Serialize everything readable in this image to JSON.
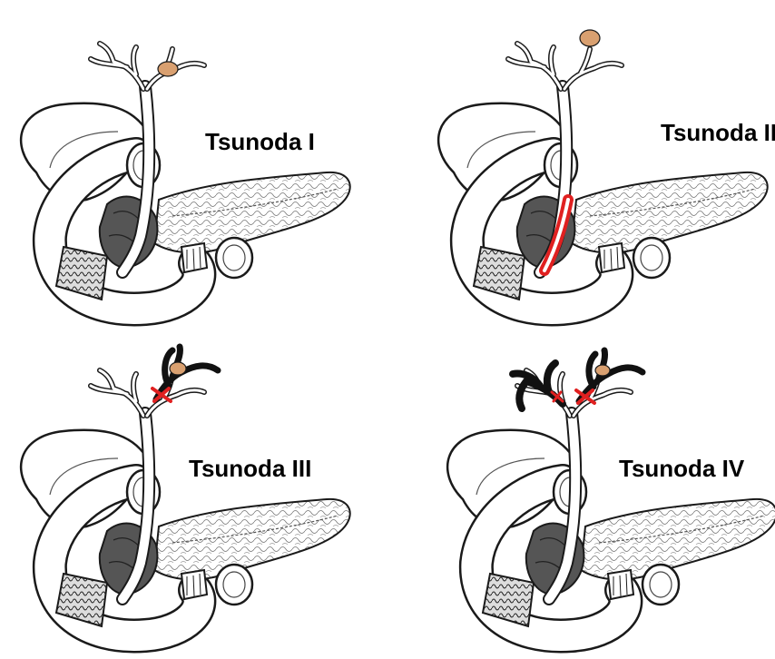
{
  "panels": [
    {
      "id": "tsunoda-1",
      "label": "Tsunoda I",
      "dilated_left_ducts": false,
      "dilated_right_ducts": false,
      "cbd_dilated": false,
      "stricture_marker": false,
      "stricture_left": false
    },
    {
      "id": "tsunoda-2",
      "label": "Tsunoda II",
      "dilated_left_ducts": false,
      "dilated_right_ducts": false,
      "cbd_dilated": true,
      "stricture_marker": false,
      "stricture_left": false
    },
    {
      "id": "tsunoda-3",
      "label": "Tsunoda III",
      "dilated_left_ducts": true,
      "dilated_right_ducts": false,
      "cbd_dilated": false,
      "stricture_marker": true,
      "stricture_left": false
    },
    {
      "id": "tsunoda-4",
      "label": "Tsunoda IV",
      "dilated_left_ducts": true,
      "dilated_right_ducts": true,
      "cbd_dilated": false,
      "stricture_marker": true,
      "stricture_left": true
    }
  ],
  "colors": {
    "outline": "#1a1a1a",
    "organ_fill": "#ffffff",
    "dark_tissue": "#555555",
    "stone": "#d9a070",
    "stricture": "#e02020",
    "dilated_duct": "#111111"
  }
}
